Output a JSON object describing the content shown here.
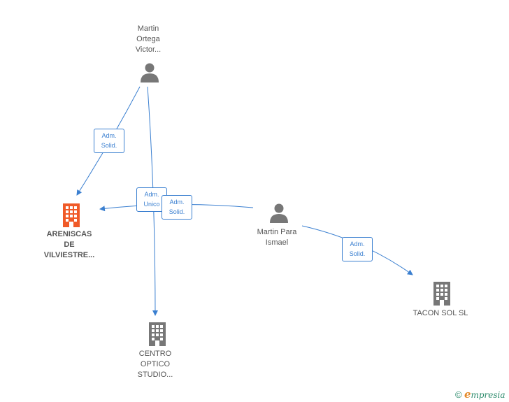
{
  "nodes": {
    "martin_ortega": {
      "label": "Martin\nOrtega\nVictor...",
      "type": "person"
    },
    "martin_para": {
      "label": "Martin Para\nIsmael",
      "type": "person"
    },
    "areniscas": {
      "label": "ARENISCAS\nDE\nVILVIESTRE...",
      "type": "company",
      "highlight": true
    },
    "centro_optico": {
      "label": "CENTRO\nOPTICO\nSTUDIO...",
      "type": "company"
    },
    "tacon_sol": {
      "label": "TACON SOL SL",
      "type": "company"
    }
  },
  "edges": [
    {
      "from": "martin_ortega",
      "to": "areniscas",
      "label": "Adm.\nSolid."
    },
    {
      "from": "martin_ortega",
      "to": "centro_optico",
      "label": "Adm.\nUnico"
    },
    {
      "from": "martin_para",
      "to": "areniscas",
      "label": "Adm.\nSolid."
    },
    {
      "from": "martin_para",
      "to": "tacon_sol",
      "label": "Adm.\nSolid."
    }
  ],
  "colors": {
    "edge": "#3a7fd0",
    "person_icon": "#777777",
    "company_icon": "#777777",
    "company_highlight": "#f05a28"
  },
  "footer": {
    "copyright_symbol": "©",
    "brand_initial": "e",
    "brand_rest": "mpresia"
  }
}
